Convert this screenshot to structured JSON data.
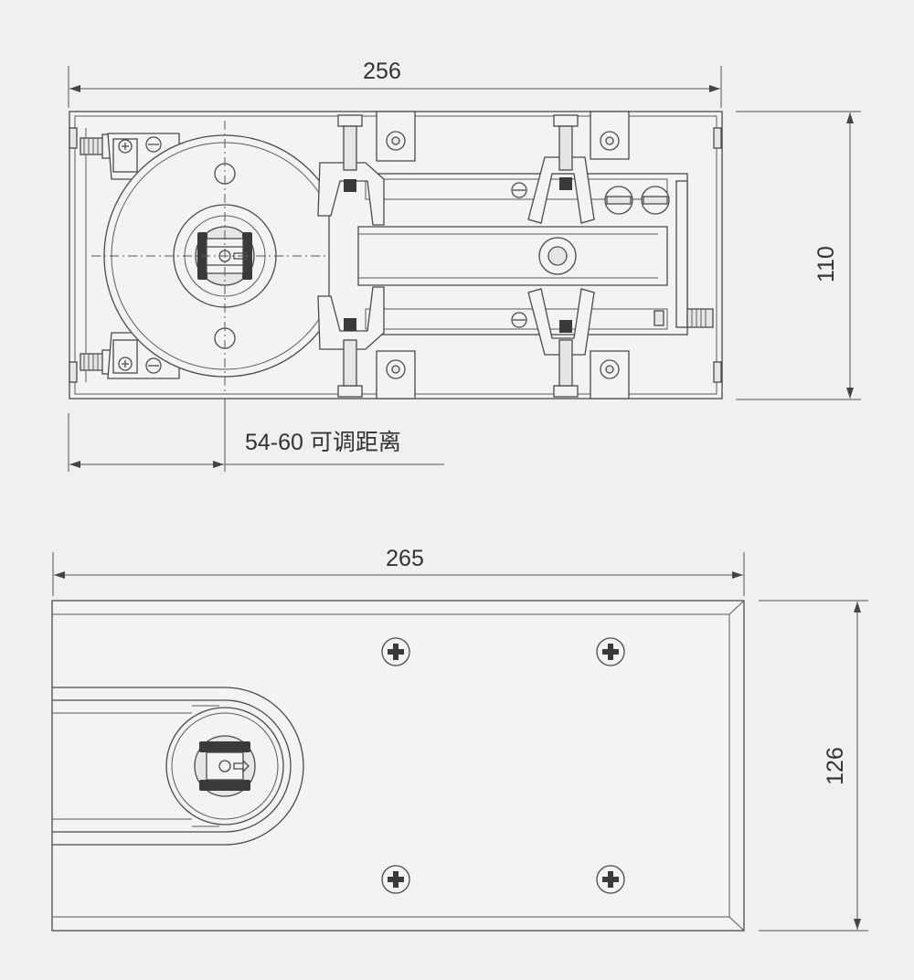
{
  "dimensions": {
    "top_length": "256",
    "top_height": "110",
    "adjust_label": "54-60  可调距离",
    "bottom_length": "265",
    "bottom_height": "126"
  },
  "colors": {
    "background": "#f0f0f0",
    "line": "#4a4a4a"
  }
}
